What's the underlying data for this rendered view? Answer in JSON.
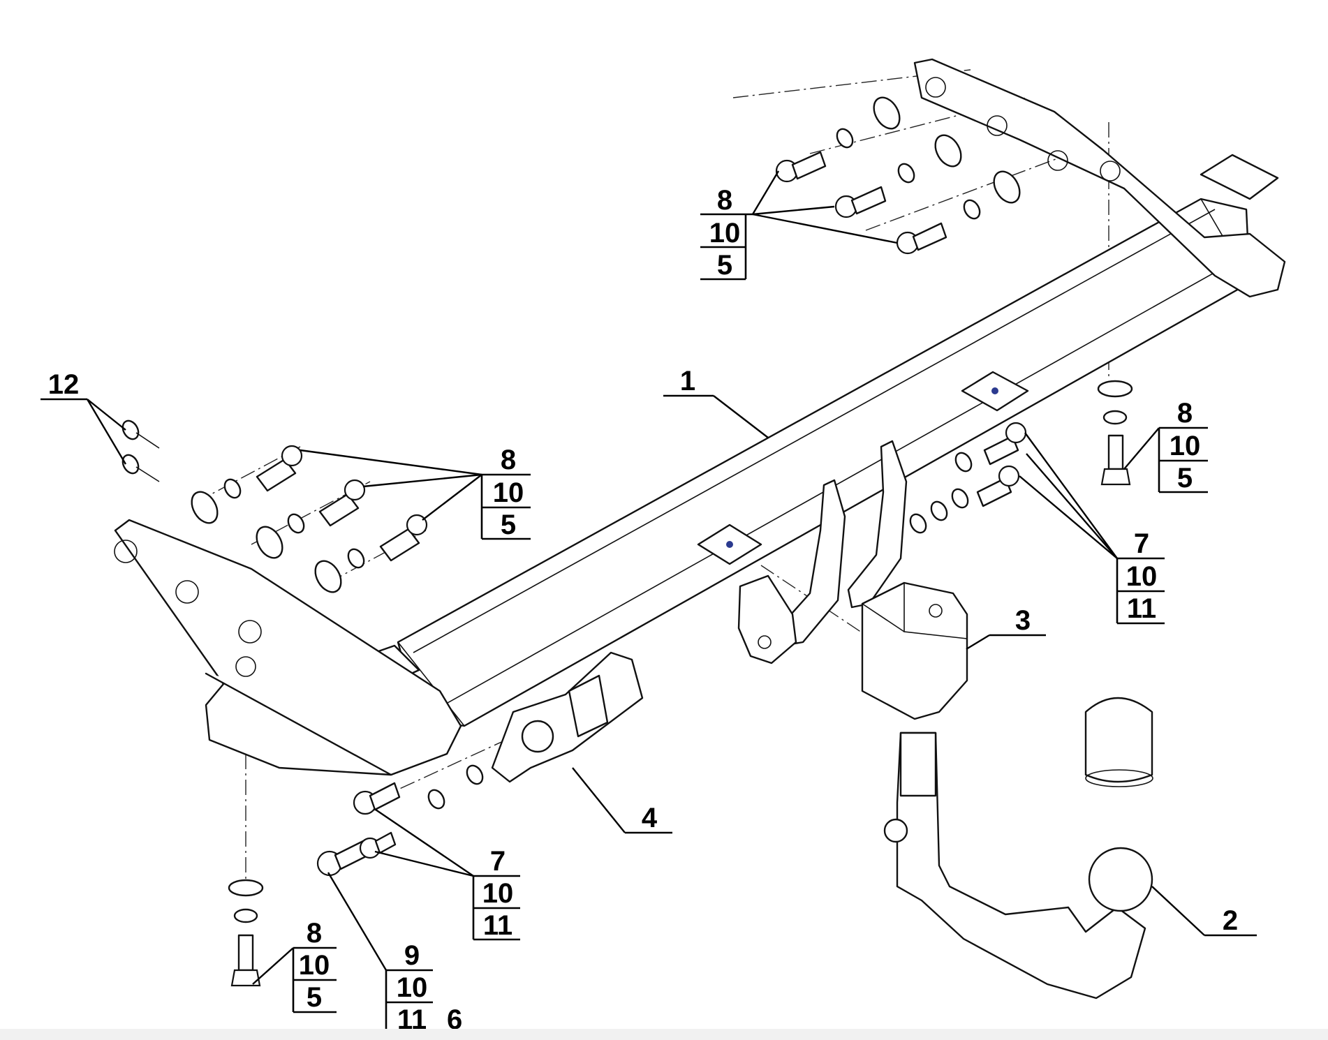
{
  "callouts": [
    {
      "id": "c1",
      "lines": [
        "1"
      ]
    },
    {
      "id": "c2",
      "lines": [
        "2"
      ]
    },
    {
      "id": "c3",
      "lines": [
        "3"
      ]
    },
    {
      "id": "c4",
      "lines": [
        "4"
      ]
    },
    {
      "id": "c12",
      "lines": [
        "12"
      ]
    },
    {
      "id": "c-top",
      "lines": [
        "8",
        "10",
        "5"
      ]
    },
    {
      "id": "c-left",
      "lines": [
        "8",
        "10",
        "5"
      ]
    },
    {
      "id": "c-right-stud",
      "lines": [
        "8",
        "10",
        "5"
      ]
    },
    {
      "id": "c-right-bolts",
      "lines": [
        "7",
        "10",
        "11"
      ]
    },
    {
      "id": "c-front-bolts",
      "lines": [
        "7",
        "10",
        "11"
      ]
    },
    {
      "id": "c-front-bolt9",
      "lines": [
        "9",
        "10",
        "11",
        "6"
      ]
    },
    {
      "id": "c-left-stud",
      "lines": [
        "8",
        "10",
        "5"
      ]
    }
  ],
  "colors": {
    "line": "#111111",
    "marker": "#2b3a8f",
    "background": "#ffffff"
  }
}
